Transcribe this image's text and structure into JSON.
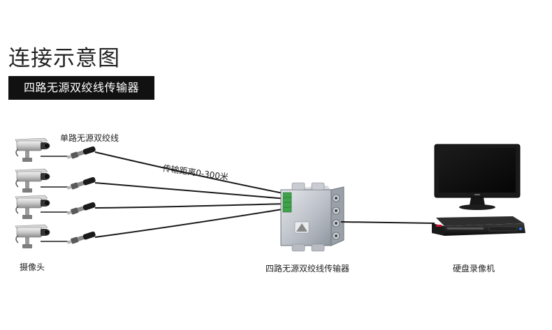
{
  "title": "连接示意图",
  "subtitle": "四路无源双绞线传输器",
  "labels": {
    "single_channel": "单路无源双绞线",
    "distance": "传输距离0-300米",
    "camera": "摄像头",
    "transmitter": "四路无源双绞线传输器",
    "dvr": "硬盘录像机"
  }
}
